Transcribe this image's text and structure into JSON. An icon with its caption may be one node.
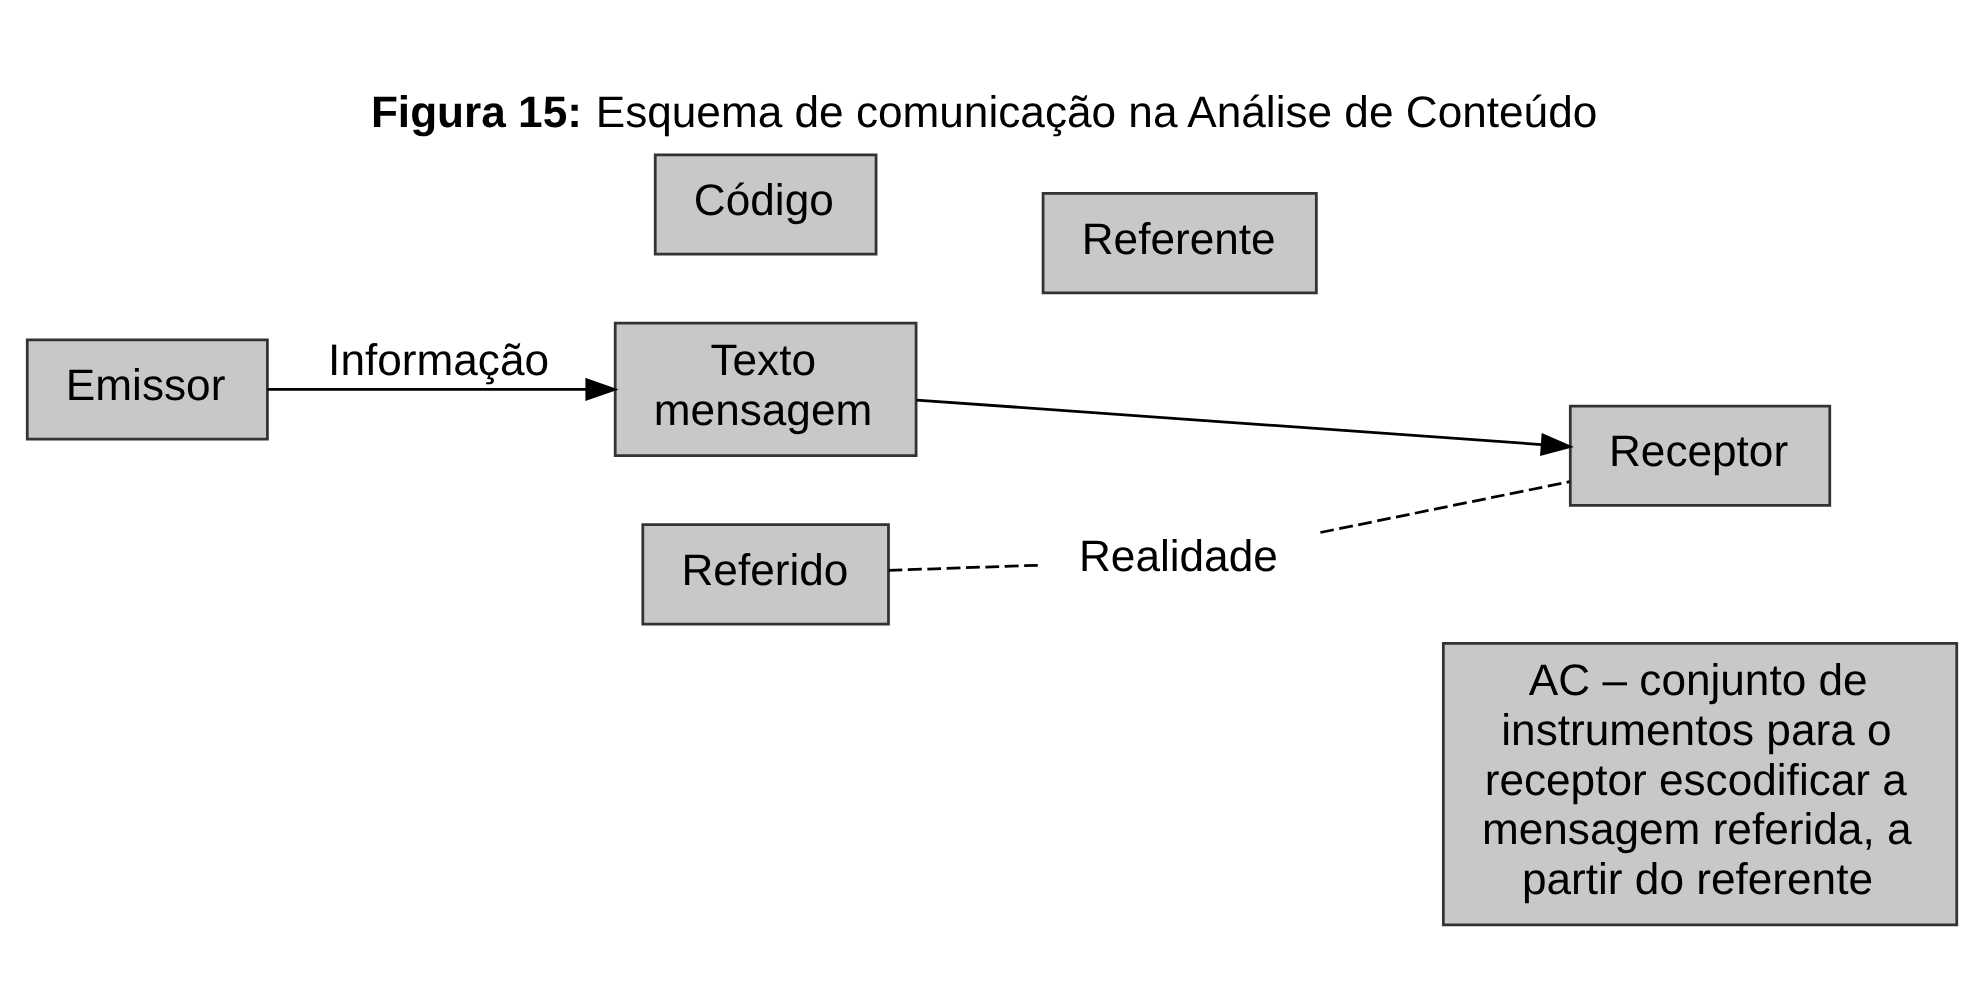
{
  "diagram": {
    "title": "**Figura 15:** Esquema de comunicação na Análise de Conteúdo",
    "nodes": [
      {
        "text": [
          "Emissor"
        ]
      },
      {
        "text": [
          "Texto mensagem"
        ]
      },
      {
        "text": [
          "Código"
        ]
      },
      {
        "text": [
          "Referido"
        ]
      },
      {
        "text": [
          "Realidade"
        ]
      },
      {
        "text": [
          "Referente"
        ]
      },
      {
        "text": [
          "Receptor"
        ]
      },
      {
        "text": [
          "AC – conjunto de instrumentos para o receptor escodificar a mensagem referida, a partir do referente"
        ]
      }
    ],
    "edges": [
      {
        "from": 0,
        "to": 1,
        "arrow": "to",
        "label": "Informação"
      },
      {
        "from": 1,
        "to": 6,
        "arrow": "to"
      },
      {
        "from": 3,
        "to": 4,
        "arrow": "none",
        "style": "dashed"
      },
      {
        "from": 4,
        "to": 6,
        "arrow": "none",
        "style": "dashed"
      }
    ]
  }
}
